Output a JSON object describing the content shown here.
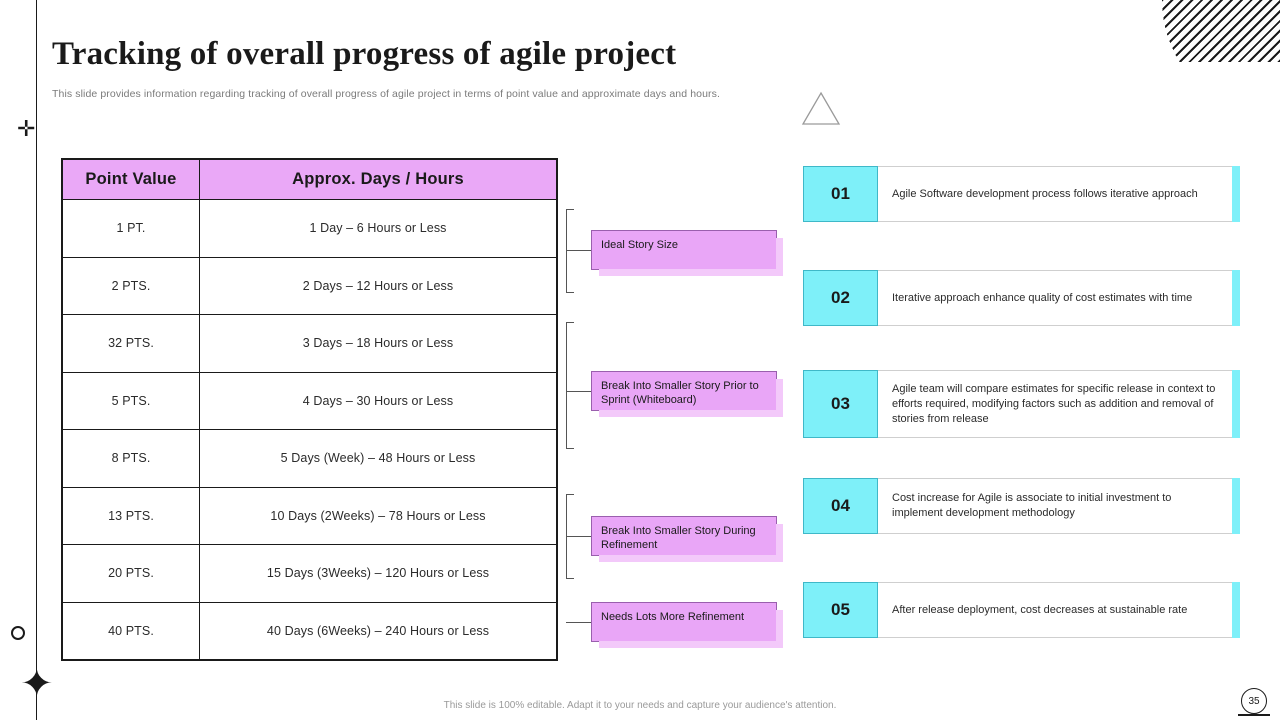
{
  "header": {
    "title": "Tracking of overall progress of agile project",
    "subtitle": "This slide provides information regarding tracking of overall progress of agile project in terms of point value and approximate days and hours."
  },
  "table": {
    "columns": [
      "Point Value",
      "Approx. Days / Hours"
    ],
    "rows": [
      [
        "1 PT.",
        "1 Day – 6 Hours or Less"
      ],
      [
        "2 PTS.",
        "2 Days – 12 Hours or Less"
      ],
      [
        "32 PTS.",
        "3 Days – 18 Hours or Less"
      ],
      [
        "5 PTS.",
        "4 Days – 30 Hours or Less"
      ],
      [
        "8 PTS.",
        "5 Days (Week) – 48 Hours or Less"
      ],
      [
        "13 PTS.",
        "10 Days (2Weeks)  – 78 Hours or Less"
      ],
      [
        "20 PTS.",
        "15 Days (3Weeks) – 120 Hours or Less"
      ],
      [
        "40 PTS.",
        "40 Days (6Weeks) – 240 Hours or Less"
      ]
    ]
  },
  "callouts": [
    {
      "text": "Ideal Story Size"
    },
    {
      "text": "Break Into Smaller Story Prior to Sprint (Whiteboard)"
    },
    {
      "text": "Break Into Smaller Story During Refinement"
    },
    {
      "text": "Needs Lots More Refinement"
    }
  ],
  "cards": [
    {
      "number": "01",
      "text": "Agile Software development  process follows iterative approach"
    },
    {
      "number": "02",
      "text": "Iterative approach enhance quality of cost estimates with time"
    },
    {
      "number": "03",
      "text": "Agile team will compare estimates for specific release in context to efforts required,  modifying factors such as addition and removal  of stories from release"
    },
    {
      "number": "04",
      "text": "Cost increase for Agile is associate to initial investment to implement development  methodology"
    },
    {
      "number": "05",
      "text": "After release deployment,  cost decreases at sustainable rate"
    }
  ],
  "footer": {
    "note": "This slide is 100% editable. Adapt it to your needs and capture your audience's attention.",
    "page": "35"
  },
  "colors": {
    "accent_purple": "#eaa8f7",
    "accent_cyan": "#7ef0f9",
    "ink": "#1a1a1a"
  }
}
